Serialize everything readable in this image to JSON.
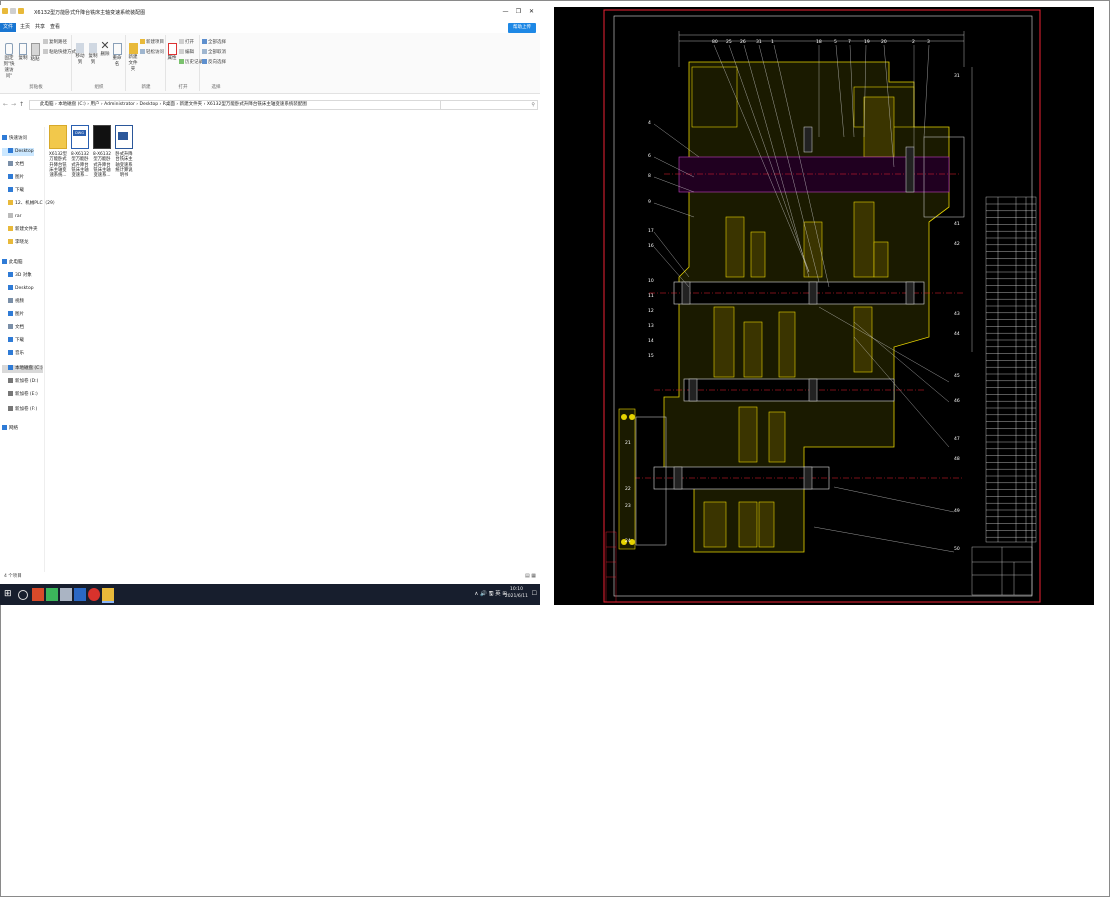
{
  "explorer": {
    "title": "X6132型万能卧式升降台铣床主轴变速系统装配图",
    "window_controls": [
      "—",
      "❐",
      "✕"
    ],
    "tabs": [
      "文件",
      "主页",
      "共享",
      "查看"
    ],
    "help_label": "帮助上传",
    "ribbon": {
      "clipboard": {
        "pin_label": "固定到\"快速访问\"",
        "copy_label": "复制",
        "paste_label": "粘贴",
        "copy_path_label": "复制路径",
        "paste_shortcut_label": "粘贴快捷方式",
        "cut_label": "剪切",
        "group_label": "剪贴板"
      },
      "organize": {
        "move_to_label": "移动到",
        "copy_to_label": "复制到",
        "delete_label": "删除",
        "rename_label": "重命名",
        "group_label": "组织"
      },
      "new": {
        "new_folder_label": "新建文件夹",
        "new_item_label": "新建项目",
        "easy_access_label": "轻松访问",
        "group_label": "新建"
      },
      "open": {
        "properties_label": "属性",
        "open_label": "打开",
        "edit_label": "编辑",
        "history_label": "历史记录",
        "group_label": "打开"
      },
      "select": {
        "select_all_label": "全部选择",
        "select_none_label": "全部取消",
        "invert_label": "反向选择",
        "group_label": "选择"
      }
    },
    "address": {
      "segments": [
        "此电脑",
        "本地磁盘 (C:)",
        "用户",
        "Administrator",
        "Desktop",
        "R桌面",
        "新建文件夹",
        "X6132型万能卧式升降台铣床主轴变速系统装配图"
      ],
      "separator": "›"
    },
    "nav_pane": [
      {
        "label": "快速访问",
        "icon": "star-icon",
        "color": "#2f7bd6"
      },
      {
        "label": "Desktop",
        "icon": "desktop-icon",
        "color": "#2f7bd6"
      },
      {
        "label": "文档",
        "icon": "document-icon",
        "color": "#7a8fa8"
      },
      {
        "label": "图片",
        "icon": "picture-icon",
        "color": "#2f7bd6"
      },
      {
        "label": "下载",
        "icon": "download-icon",
        "color": "#2f7bd6"
      },
      {
        "label": "12、机械PLC（29）",
        "icon": "folder-icon",
        "color": "#e8b93a"
      },
      {
        "label": "rar",
        "icon": "folder-icon",
        "color": "#bbbbbb"
      },
      {
        "label": "新建文件夹",
        "icon": "folder-icon",
        "color": "#e8b93a"
      },
      {
        "label": "李晓龙",
        "icon": "folder-icon",
        "color": "#e8b93a"
      },
      {
        "label": "此电脑",
        "icon": "computer-icon",
        "color": "#2f7bd6"
      },
      {
        "label": "3D 对象",
        "icon": "cube-icon",
        "color": "#2f7bd6"
      },
      {
        "label": "Desktop",
        "icon": "desktop-icon",
        "color": "#2f7bd6"
      },
      {
        "label": "视频",
        "icon": "video-icon",
        "color": "#7a8fa8"
      },
      {
        "label": "图片",
        "icon": "picture-icon",
        "color": "#2f7bd6"
      },
      {
        "label": "文档",
        "icon": "document-icon",
        "color": "#7a8fa8"
      },
      {
        "label": "下载",
        "icon": "download-icon",
        "color": "#2f7bd6"
      },
      {
        "label": "音乐",
        "icon": "music-icon",
        "color": "#2f7bd6"
      },
      {
        "label": "本地磁盘 (C:)",
        "icon": "drive-icon",
        "color": "#2f7bd6"
      },
      {
        "label": "新加卷 (D:)",
        "icon": "drive-icon",
        "color": "#777777"
      },
      {
        "label": "新加卷 (E:)",
        "icon": "drive-icon",
        "color": "#777777"
      },
      {
        "label": "新加卷 (F:)",
        "icon": "drive-icon",
        "color": "#777777"
      },
      {
        "label": "网络",
        "icon": "network-icon",
        "color": "#2f7bd6"
      }
    ],
    "files": [
      {
        "name": "X6132型万能卧式升降台铣床主轴变速系统...",
        "icon": "folder-icon"
      },
      {
        "name": "8-X6132型万能卧式升降台铣床主轴变速系...",
        "icon": "dwg-file-icon"
      },
      {
        "name": "8-X6132型万能卧式升降台铣床主轴变速系...",
        "icon": "dwg-thumbnail-icon"
      },
      {
        "name": "卧式升降台铣床主轴变速系统计算说明书",
        "icon": "word-document-icon"
      }
    ],
    "status": "4 个项目"
  },
  "taskbar": {
    "tray": "∧ 🔊 🖫 英 ⊞",
    "time": "10:10",
    "date": "2021/6/11",
    "apps": [
      "start-icon",
      "search-icon",
      "app-icon",
      "app-icon",
      "app-icon",
      "app-icon",
      "app-icon",
      "app-icon",
      "file-explorer-icon"
    ]
  },
  "cad": {
    "background": "#000000",
    "labels": [
      "80",
      "25",
      "26",
      "31",
      "1",
      "18",
      "5",
      "7",
      "19",
      "20",
      "2",
      "3",
      "4",
      "6",
      "8",
      "9",
      "17",
      "16",
      "10",
      "11",
      "12",
      "13",
      "14",
      "15",
      "21",
      "22",
      "23",
      "24"
    ],
    "dims": [
      "31",
      "41",
      "42",
      "43",
      "44",
      "45",
      "46",
      "47",
      "48",
      "49",
      "50"
    ]
  }
}
